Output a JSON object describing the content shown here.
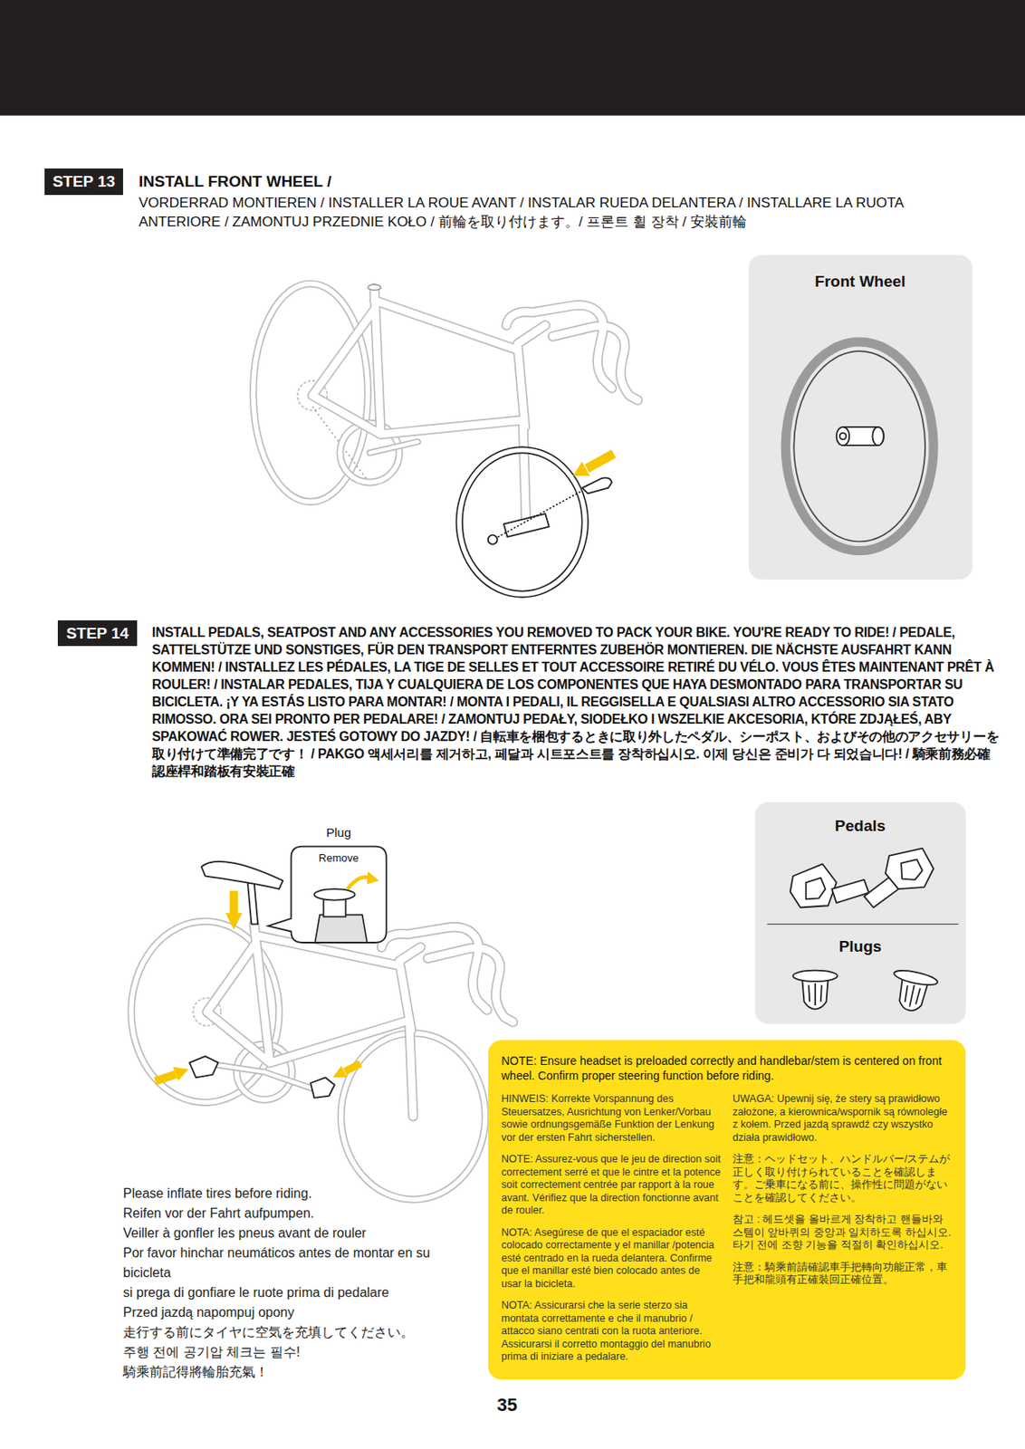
{
  "diagram": {
    "nodes": [
      {
        "text": [
          "STEP 13"
        ]
      },
      {
        "text": [
          "Front Wheel"
        ]
      },
      {
        "text": [
          "STEP 14"
        ]
      },
      {
        "text": [
          "Plug",
          "Remove"
        ]
      },
      {
        "text": [
          "Pedals",
          "Plugs"
        ]
      },
      {
        "text": [
          "NOTE: Ensure headset is preloaded correctly and handlebar/stem is centered on front wheel.  Confirm proper steering function before riding.",
          "HINWEIS: Korrekte Vorspannung des Steuersatzes, Ausrichtung von Lenker/Vorbau sowie ordnungsgemäße Funktion der Lenkung vor der ersten Fahrt sicherstellen.",
          "NOTE: Assurez-vous que le jeu de direction soit correctement serré et que le cintre et la potence soit correctement centrée par rapport à la roue avant. Vérifiez que la direction fonctionne avant de rouler.",
          "NOTA: Asegúrese de que el espaciador esté colocado correctamente y el manillar /potencia esté centrado en la rueda delantera. Confirme que el manillar esté bien colocado antes de usar la bicicleta.",
          "NOTA: Assicurarsi che la serie sterzo sia montata correttamente e che il manubrio / attacco siano centrati con la ruota anteriore. Assicurarsi il corretto montaggio del manubrio prima di iniziare a pedalare.",
          "UWAGA: Upewnij się, że stery są prawidłowo założone, a kierownica/wspornik są równoległe z kołem. Przed jazdą sprawdź czy wszystko działa prawidłowo.",
          "注意：ヘッドセット、ハンドルバー/ステムが正しく取り付けられていることを確認します。ご乗車になる前に、操作性に問題がないことを確認してください。",
          "참고 : 헤드셋을 올바르게 장착하고 핸들바와 스템이 앞바퀴의 중앙과 일치하도록 하십시오. 타기 전에 조향 기능을 적절히 확인하십시오.",
          "注意：騎乘前請確認車手把轉向功能正常，車手把和龍頭有正確裝回正確位置。"
        ]
      }
    ],
    "labels": [
      "INSTALL FRONT WHEEL /",
      "VORDERRAD MONTIEREN / INSTALLER LA ROUE AVANT / INSTALAR RUEDA DELANTERA / INSTALLARE LA RUOTA ANTERIORE / ZAMONTUJ PRZEDNIE KOŁO / 前輪を取り付けます。/ 프론트 휠 장착 / 安裝前輪",
      "INSTALL PEDALS, SEATPOST AND ANY ACCESSORIES YOU REMOVED TO PACK YOUR BIKE. YOU'RE READY TO RIDE! / PEDALE, SATTELSTÜTZE UND SONSTIGES, FÜR DEN TRANSPORT ENTFERNTES ZUBEHÖR MONTIEREN. DIE NÄCHSTE AUSFAHRT KANN KOMMEN! / INSTALLEZ LES PÉDALES, LA TIGE DE SELLES ET TOUT ACCESSOIRE RETIRÉ DU VÉLO. VOUS ÊTES MAINTENANT PRÊT À ROULER! / INSTALAR PEDALES, TIJA Y CUALQUIERA DE LOS COMPONENTES QUE HAYA DESMONTADO PARA TRANSPORTAR SU BICICLETA. ¡Y YA ESTÁS LISTO PARA MONTAR! / MONTA I PEDALI, IL REGGISELLA E QUALSIASI ALTRO ACCESSORIO SIA STATO RIMOSSO. ORA SEI PRONTO PER PEDALARE! / ZAMONTUJ PEDAŁY, SIODEŁKO I WSZELKIE AKCESORIA, KTÓRE ZDJĄŁEŚ, ABY SPAKOWAĆ ROWER. JESTEŚ GOTOWY DO JAZDY! / 自転車を梱包するときに取り外したペダル、シーポスト、およびその他のアクセサリーを取り付けて準備完了です！ / PAKGO 액세서리를 제거하고, 페달과 시트포스트를 장착하십시오. 이제 당신은 준비가 다 되었습니다! / 騎乘前務必確認座桿和踏板有安裝正確",
      "Please inflate tires before riding.",
      "Reifen vor der Fahrt aufpumpen.",
      "Veiller à gonfler les pneus avant de rouler",
      "Por favor hinchar neumáticos antes de montar en su bicicleta",
      "si prega di gonfiare le ruote prima di pedalare",
      "Przed jazdą napompuj opony",
      "走行する前にタイヤに空気を充填してください。",
      "주행 전에 공기압 체크는 필수!",
      "騎乘前記得將輪胎充氣！",
      "35"
    ]
  }
}
